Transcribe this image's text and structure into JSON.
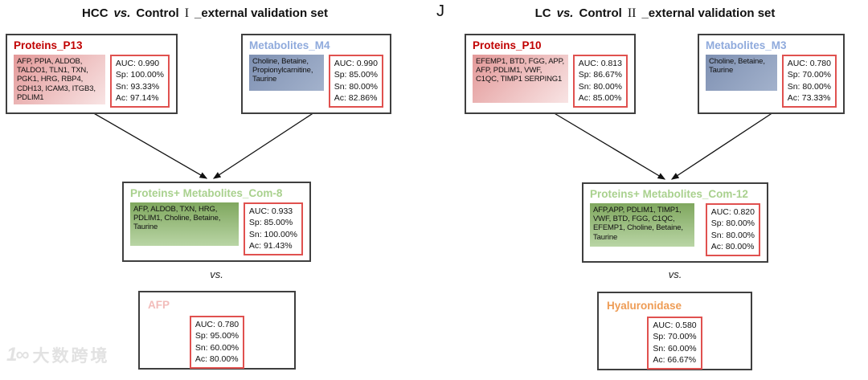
{
  "panels": [
    {
      "label": "",
      "title": {
        "cohort": "HCC",
        "vs": "vs.",
        "control": "Control",
        "numeral": "I",
        "suffix": "_external validation set"
      },
      "proteins": {
        "title": "Proteins_P13",
        "genes": "AFP, PPIA, ALDOB, TALDO1, TLN1, TXN, PGK1, HRG, RBP4, CDH13, ICAM3, ITGB3, PDLIM1",
        "stats": {
          "auc": "AUC: 0.990",
          "sp": "Sp: 100.00%",
          "sn": "Sn: 93.33%",
          "ac": "Ac: 97.14%"
        }
      },
      "metabolites": {
        "title": "Metabolites_M4",
        "genes": "Choline, Betaine, Propionylcarnitine, Taurine",
        "stats": {
          "auc": "AUC: 0.990",
          "sp": "Sp: 85.00%",
          "sn": "Sn: 80.00%",
          "ac": "Ac: 82.86%"
        }
      },
      "combined": {
        "title": "Proteins+ Metabolites_Com-8",
        "genes": "AFP, ALDOB, TXN, HRG, PDLIM1, Choline, Betaine, Taurine",
        "stats": {
          "auc": "AUC: 0.933",
          "sp": "Sp: 85.00%",
          "sn": "Sn: 100.00%",
          "ac": "Ac: 91.43%"
        }
      },
      "vs_label": "vs.",
      "single": {
        "title": "AFP",
        "stats": {
          "auc": "AUC: 0.780",
          "sp": "Sp: 95.00%",
          "sn": "Sn: 60.00%",
          "ac": "Ac: 80.00%"
        }
      }
    },
    {
      "label": "J",
      "title": {
        "cohort": "LC",
        "vs": "vs.",
        "control": "Control",
        "numeral": "II",
        "suffix": "_external validation set"
      },
      "proteins": {
        "title": "Proteins_P10",
        "genes": "EFEMP1, BTD, FGG, APP, AFP, PDLIM1, VWF, C1QC, TIMP1 SERPING1",
        "stats": {
          "auc": "AUC: 0.813",
          "sp": "Sp: 86.67%",
          "sn": "Sn: 80.00%",
          "ac": "Ac: 85.00%"
        }
      },
      "metabolites": {
        "title": "Metabolites_M3",
        "genes": "Choline, Betaine, Taurine",
        "stats": {
          "auc": "AUC: 0.780",
          "sp": "Sp: 70.00%",
          "sn": "Sn: 80.00%",
          "ac": "Ac: 73.33%"
        }
      },
      "combined": {
        "title": "Proteins+ Metabolites_Com-12",
        "genes": "AFP,APP, PDLIM1, TIMP1, VWF, BTD, FGG, C1QC, EFEMP1,  Choline, Betaine, Taurine",
        "stats": {
          "auc": "AUC: 0.820",
          "sp": "Sp: 80.00%",
          "sn": "Sn: 80.00%",
          "ac": "Ac: 80.00%"
        }
      },
      "vs_label": "vs.",
      "single": {
        "title": "Hyaluronidase",
        "stats": {
          "auc": "AUC: 0.580",
          "sp": "Sp: 70.00%",
          "sn": "Sn: 60.00%",
          "ac": "Ac: 66.67%"
        }
      }
    }
  ],
  "watermark": {
    "logo": "1∞",
    "text": "大数跨境"
  },
  "colors": {
    "protein_title": "#c00000",
    "metabolite_title": "#8faadc",
    "combined_title": "#a9d18e",
    "afp_title": "#f2bcba",
    "hyaluronidase_title": "#ee9c55",
    "stats_border": "#e0514f",
    "box_border": "#3f3f3f",
    "pink_fill_top": "#e39898",
    "blue_fill_top": "#7e90b2",
    "green_fill_top": "#7fa75e"
  }
}
